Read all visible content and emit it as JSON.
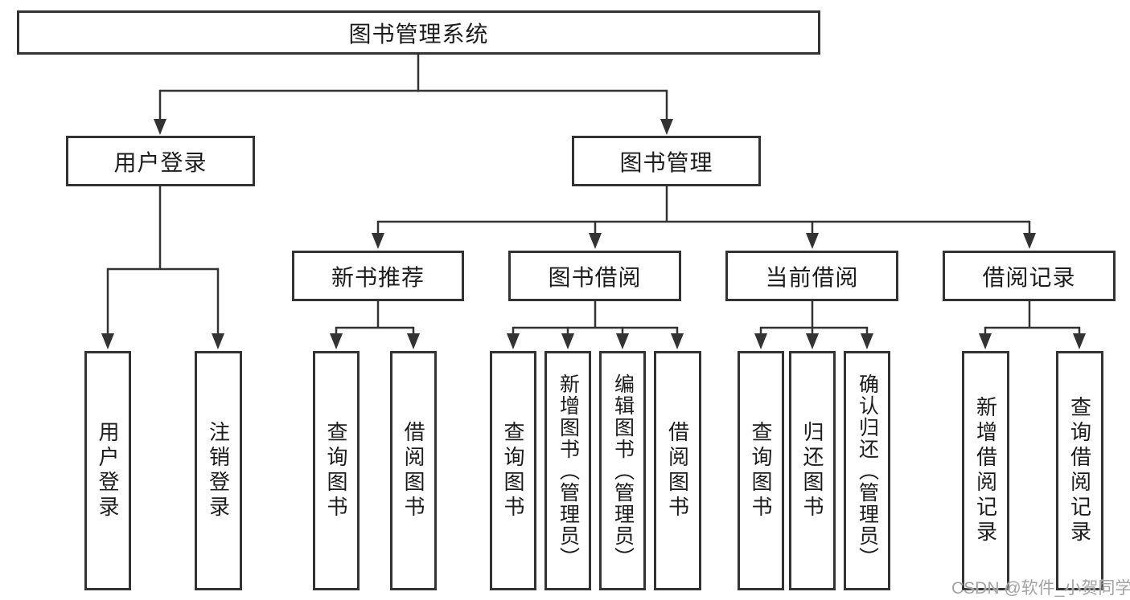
{
  "diagram": {
    "root": {
      "label": "图书管理系统"
    },
    "level1": [
      {
        "label": "用户登录"
      },
      {
        "label": "图书管理"
      }
    ],
    "level2": [
      {
        "label": "新书推荐"
      },
      {
        "label": "图书借阅"
      },
      {
        "label": "当前借阅"
      },
      {
        "label": "借阅记录"
      }
    ],
    "leaves": {
      "user_login": [
        "用户登录",
        "注销登录"
      ],
      "new_book_recommend": [
        "查询图书",
        "借阅图书"
      ],
      "book_borrow": [
        "查询图书",
        "新增图书（管理员）",
        "编辑图书（管理员）",
        "借阅图书"
      ],
      "current_borrow": [
        "查询图书",
        "归还图书",
        "确认归还（管理员）"
      ],
      "borrow_records": [
        "新增借阅记录",
        "查询借阅记录"
      ]
    }
  },
  "watermark": {
    "text": "CSDN @软件_小贺同学"
  },
  "colors": {
    "line": "#333333",
    "text": "#1c1c1c",
    "watermark": "#a3a3a3",
    "background": "#ffffff"
  }
}
